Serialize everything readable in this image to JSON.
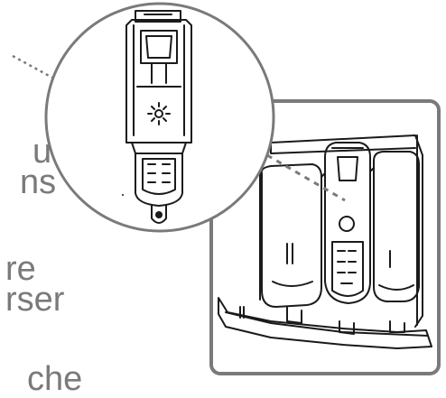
{
  "text_fragments": {
    "line1": "u",
    "line2": "ns",
    "line3": "re",
    "line4": "rser",
    "line5": "che"
  },
  "diagram": {
    "subject": "washing machine detergent drawer with siphon insert, magnified callout",
    "colors": {
      "stroke": "#1a1a1a",
      "frame": "#7a7a7a",
      "text": "#7a7a7a",
      "background": "#ffffff"
    }
  }
}
